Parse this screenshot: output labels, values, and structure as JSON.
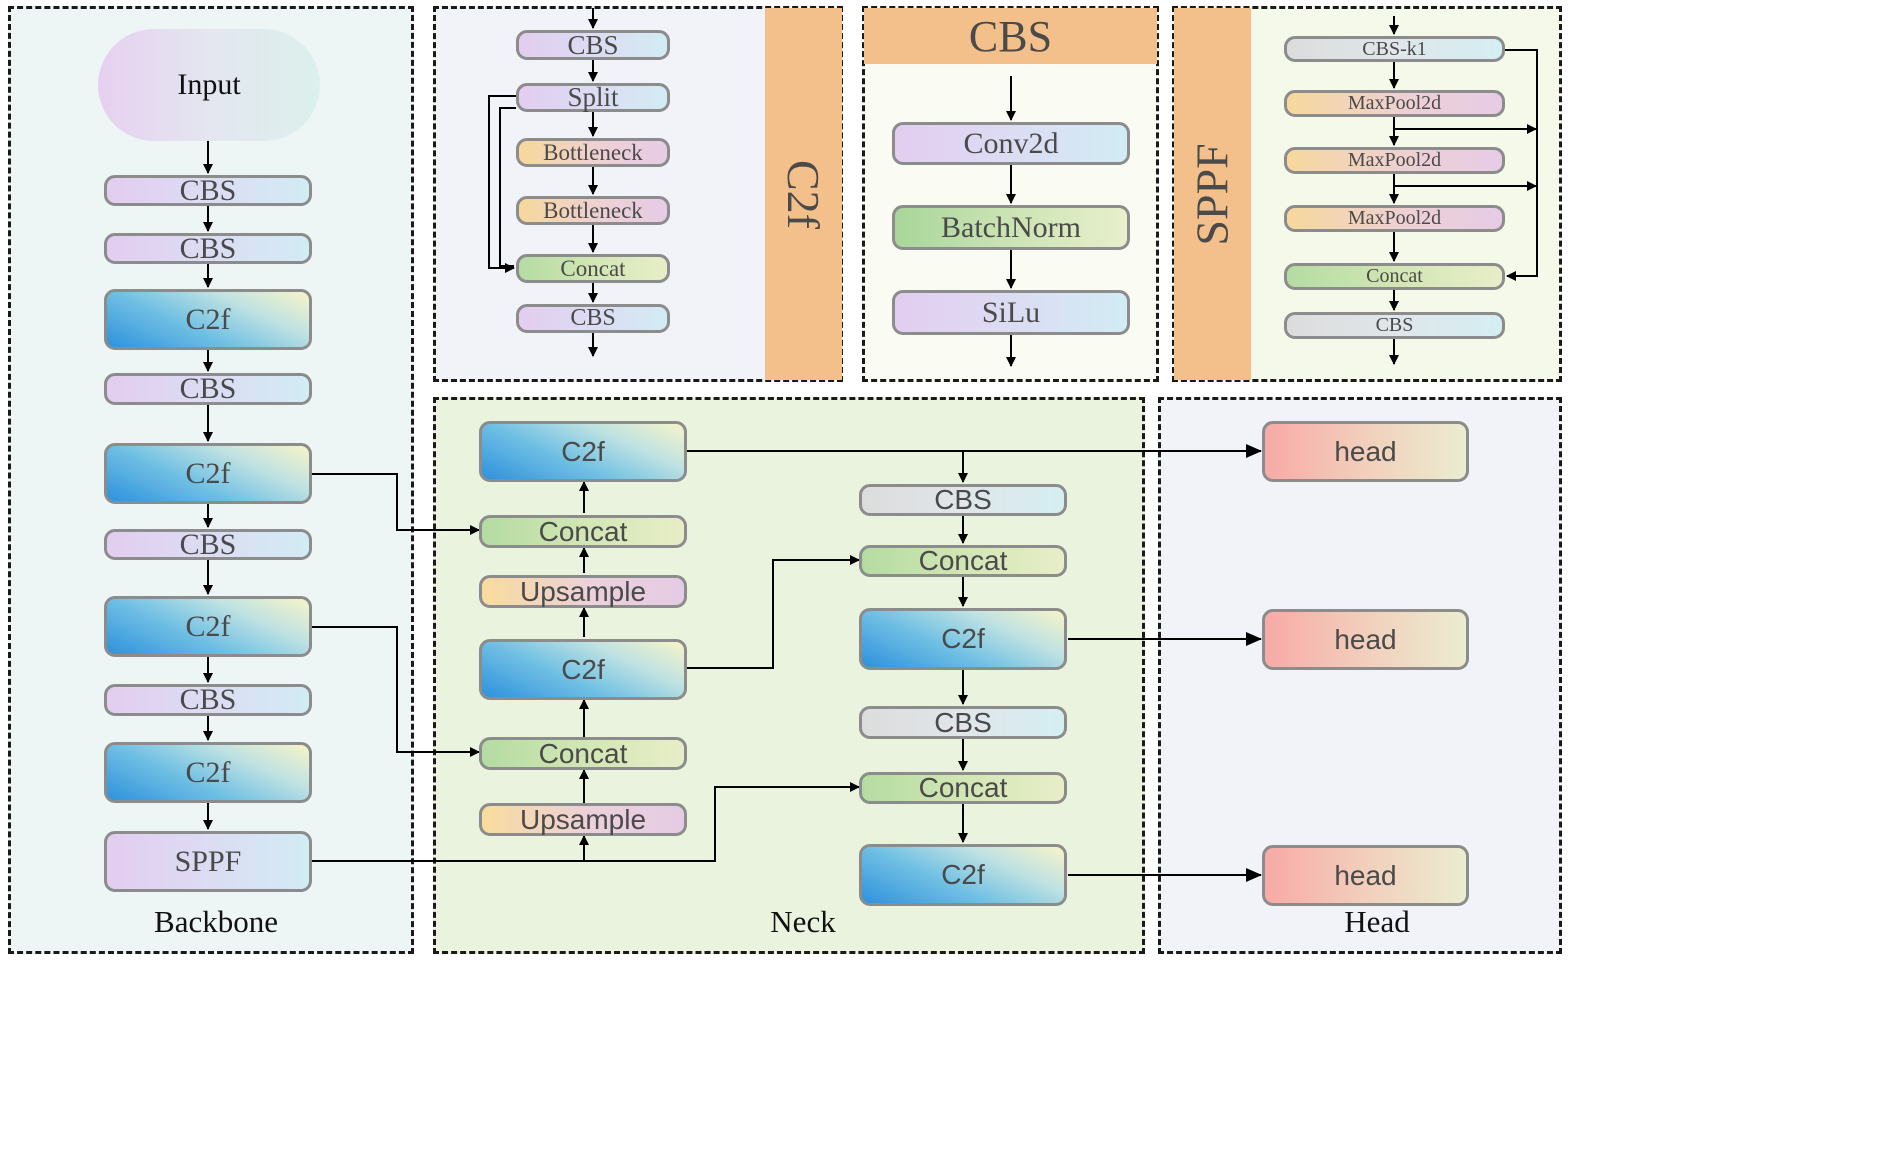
{
  "sections": {
    "backbone": "Backbone",
    "neck": "Neck",
    "head": "Head",
    "c2f": "C2f",
    "cbs": "CBS",
    "sppf": "SPPF"
  },
  "backbone": {
    "input": "Input",
    "blocks": [
      "CBS",
      "CBS",
      "C2f",
      "CBS",
      "C2f",
      "CBS",
      "C2f",
      "CBS",
      "C2f",
      "SPPF"
    ]
  },
  "c2f_module": [
    "CBS",
    "Split",
    "Bottleneck",
    "Bottleneck",
    "Concat",
    "CBS"
  ],
  "cbs_module": [
    "Conv2d",
    "BatchNorm",
    "SiLu"
  ],
  "sppf_module": [
    "CBS-k1",
    "MaxPool2d",
    "MaxPool2d",
    "MaxPool2d",
    "Concat",
    "CBS"
  ],
  "neck": {
    "left": [
      "C2f",
      "Concat",
      "Upsample",
      "C2f",
      "Concat",
      "Upsample"
    ],
    "right": [
      "CBS",
      "Concat",
      "C2f",
      "CBS",
      "Concat",
      "C2f"
    ]
  },
  "head": [
    "head",
    "head",
    "head"
  ],
  "colors": {
    "orange_band": "#f3c08b",
    "backbone_bg": "#eef6f5",
    "neck_bg": "#eaf3dd",
    "head_bg": "#f2f3f8",
    "node_border": "#8c8c8c"
  }
}
